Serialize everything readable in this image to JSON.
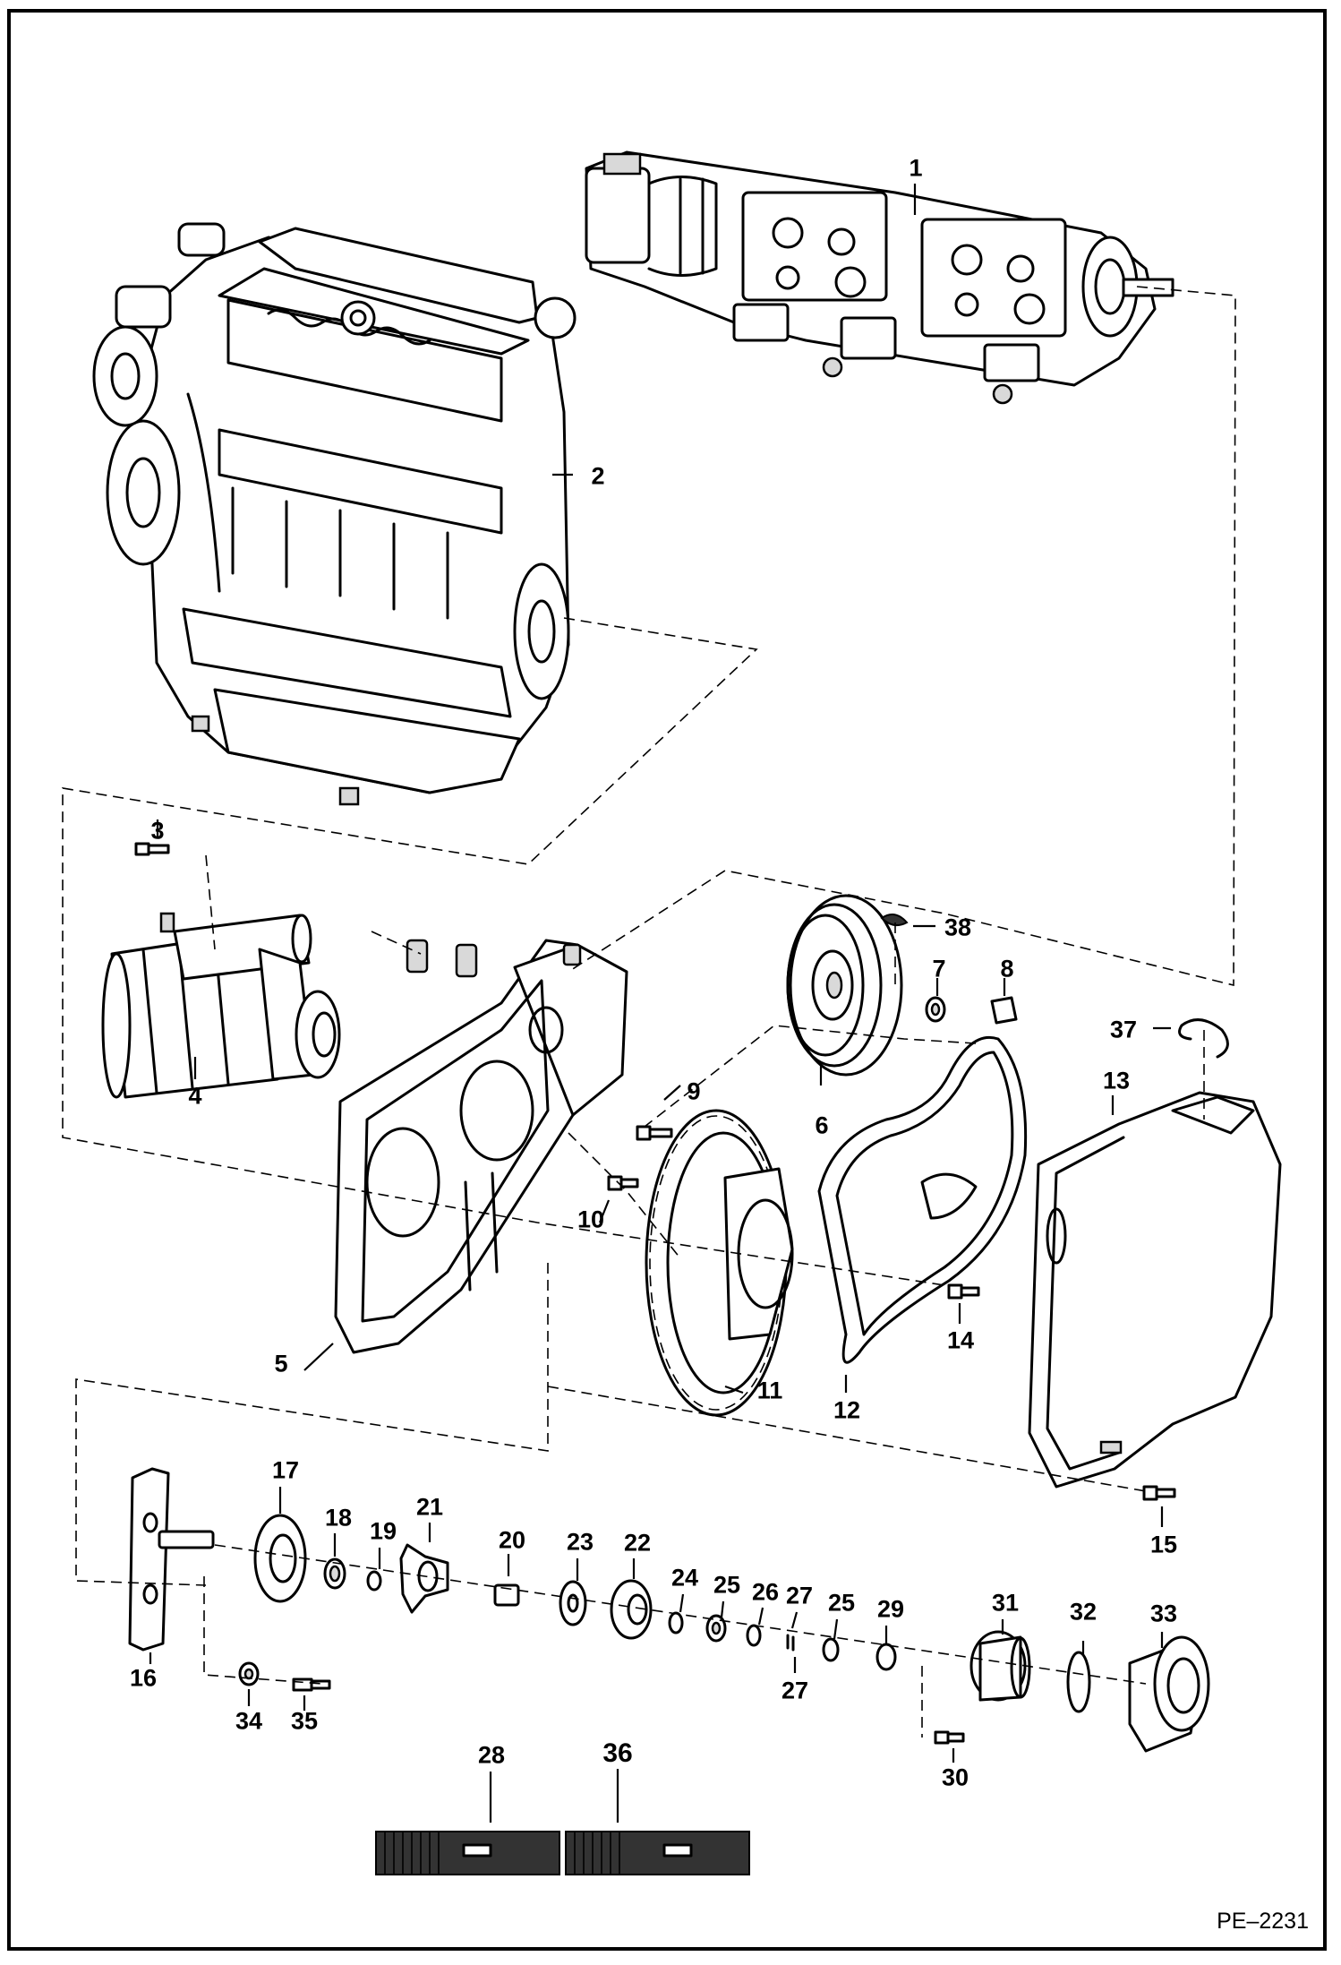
{
  "diagram": {
    "callouts": [
      {
        "id": "c1",
        "text": "1"
      },
      {
        "id": "c2",
        "text": "2"
      },
      {
        "id": "c3",
        "text": "3"
      },
      {
        "id": "c4",
        "text": "4"
      },
      {
        "id": "c5",
        "text": "5"
      },
      {
        "id": "c6",
        "text": "6"
      },
      {
        "id": "c7",
        "text": "7"
      },
      {
        "id": "c8",
        "text": "8"
      },
      {
        "id": "c9",
        "text": "9"
      },
      {
        "id": "c10",
        "text": "10"
      },
      {
        "id": "c11",
        "text": "11"
      },
      {
        "id": "c12",
        "text": "12"
      },
      {
        "id": "c13",
        "text": "13"
      },
      {
        "id": "c14",
        "text": "14"
      },
      {
        "id": "c15",
        "text": "15"
      },
      {
        "id": "c16",
        "text": "16"
      },
      {
        "id": "c17",
        "text": "17"
      },
      {
        "id": "c18",
        "text": "18"
      },
      {
        "id": "c19",
        "text": "19"
      },
      {
        "id": "c20",
        "text": "20"
      },
      {
        "id": "c21",
        "text": "21"
      },
      {
        "id": "c22",
        "text": "22"
      },
      {
        "id": "c23",
        "text": "23"
      },
      {
        "id": "c24",
        "text": "24"
      },
      {
        "id": "c25a",
        "text": "25"
      },
      {
        "id": "c25b",
        "text": "25"
      },
      {
        "id": "c26",
        "text": "26"
      },
      {
        "id": "c27a",
        "text": "27"
      },
      {
        "id": "c27b",
        "text": "27"
      },
      {
        "id": "c28",
        "text": "28"
      },
      {
        "id": "c29",
        "text": "29"
      },
      {
        "id": "c30",
        "text": "30"
      },
      {
        "id": "c31",
        "text": "31"
      },
      {
        "id": "c32",
        "text": "32"
      },
      {
        "id": "c33",
        "text": "33"
      },
      {
        "id": "c34",
        "text": "34"
      },
      {
        "id": "c35",
        "text": "35"
      },
      {
        "id": "c36",
        "text": "36"
      },
      {
        "id": "c37",
        "text": "37"
      },
      {
        "id": "c38",
        "text": "38"
      }
    ],
    "reference_code": "PE–2231"
  }
}
